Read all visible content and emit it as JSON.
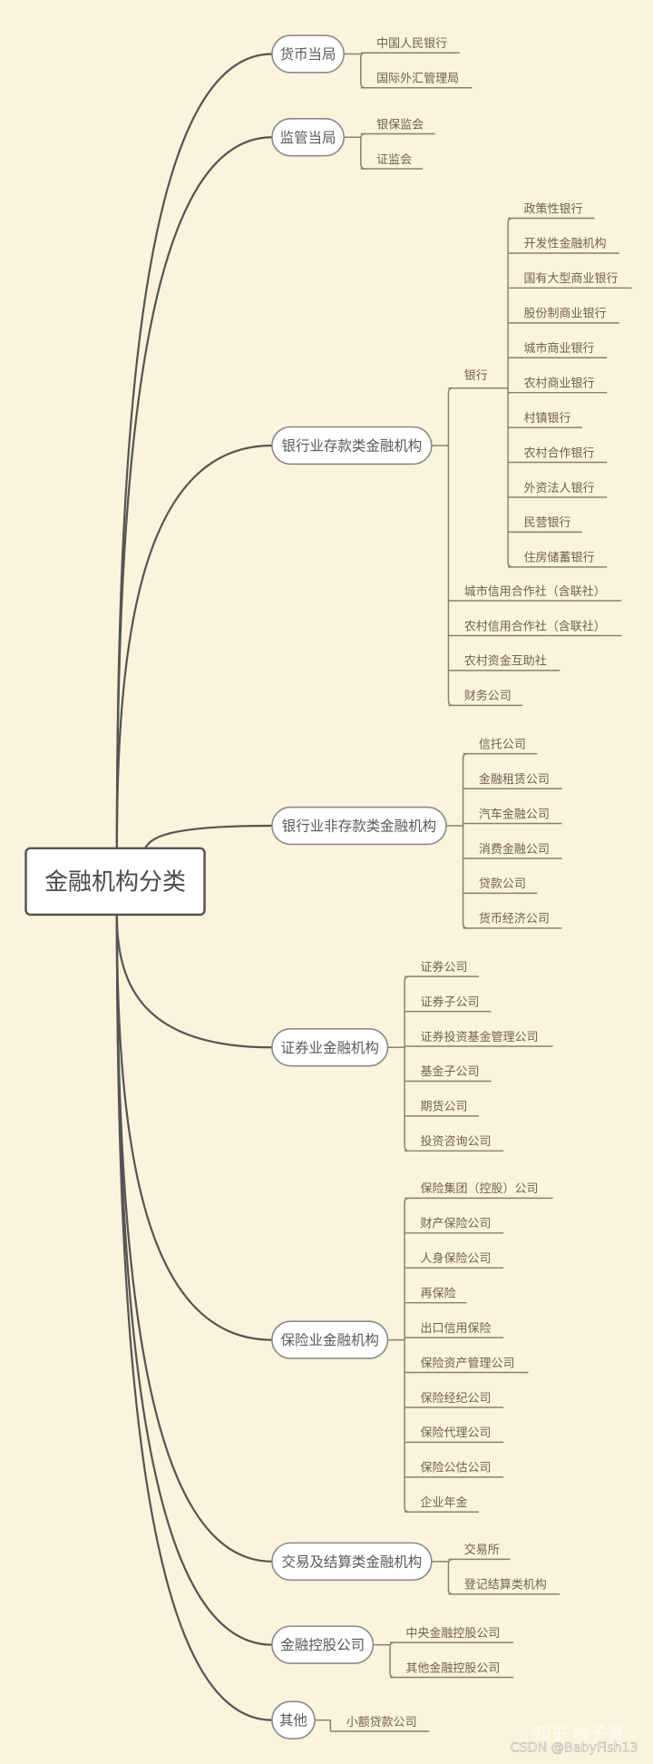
{
  "root": {
    "label": "金融机构分类"
  },
  "branches": [
    {
      "label": "货币当局",
      "children": [
        {
          "label": "中国人民银行"
        },
        {
          "label": "国际外汇管理局"
        }
      ]
    },
    {
      "label": "监管当局",
      "children": [
        {
          "label": "银保监会"
        },
        {
          "label": "证监会"
        }
      ]
    },
    {
      "label": "银行业存款类金融机构",
      "children": [
        {
          "label": "银行",
          "children": [
            {
              "label": "政策性银行"
            },
            {
              "label": "开发性金融机构"
            },
            {
              "label": "国有大型商业银行"
            },
            {
              "label": "股份制商业银行"
            },
            {
              "label": "城市商业银行"
            },
            {
              "label": "农村商业银行"
            },
            {
              "label": "村镇银行"
            },
            {
              "label": "农村合作银行"
            },
            {
              "label": "外资法人银行"
            },
            {
              "label": "民营银行"
            },
            {
              "label": "住房储蓄银行"
            }
          ]
        },
        {
          "label": "城市信用合作社（含联社）"
        },
        {
          "label": "农村信用合作社（含联社）"
        },
        {
          "label": "农村资金互助社"
        },
        {
          "label": "财务公司"
        }
      ]
    },
    {
      "label": "银行业非存款类金融机构",
      "children": [
        {
          "label": "信托公司"
        },
        {
          "label": "金融租赁公司"
        },
        {
          "label": "汽车金融公司"
        },
        {
          "label": "消费金融公司"
        },
        {
          "label": "贷款公司"
        },
        {
          "label": "货币经济公司"
        }
      ]
    },
    {
      "label": "证券业金融机构",
      "children": [
        {
          "label": "证券公司"
        },
        {
          "label": "证券子公司"
        },
        {
          "label": "证券投资基金管理公司"
        },
        {
          "label": "基金子公司"
        },
        {
          "label": "期货公司"
        },
        {
          "label": "投资咨询公司"
        }
      ]
    },
    {
      "label": "保险业金融机构",
      "children": [
        {
          "label": "保险集团（控股）公司"
        },
        {
          "label": "财产保险公司"
        },
        {
          "label": "人身保险公司"
        },
        {
          "label": "再保险"
        },
        {
          "label": "出口信用保险"
        },
        {
          "label": "保险资产管理公司"
        },
        {
          "label": "保险经纪公司"
        },
        {
          "label": "保险代理公司"
        },
        {
          "label": "保险公估公司"
        },
        {
          "label": "企业年金"
        }
      ]
    },
    {
      "label": "交易及结算类金融机构",
      "children": [
        {
          "label": "交易所"
        },
        {
          "label": "登记结算类机构"
        }
      ]
    },
    {
      "label": "金融控股公司",
      "children": [
        {
          "label": "中央金融控股公司"
        },
        {
          "label": "其他金融控股公司"
        }
      ]
    },
    {
      "label": "其他",
      "children": [
        {
          "label": "小额贷款公司"
        }
      ]
    }
  ],
  "watermarks": {
    "zhihu": "知乎 @子青",
    "csdn": "CSDN @BabyFish13"
  },
  "colors": {
    "background": "#fbf3dc",
    "line": "#8a8070",
    "node_fill": "#ffffff",
    "node_stroke": "#8a8a8a"
  }
}
